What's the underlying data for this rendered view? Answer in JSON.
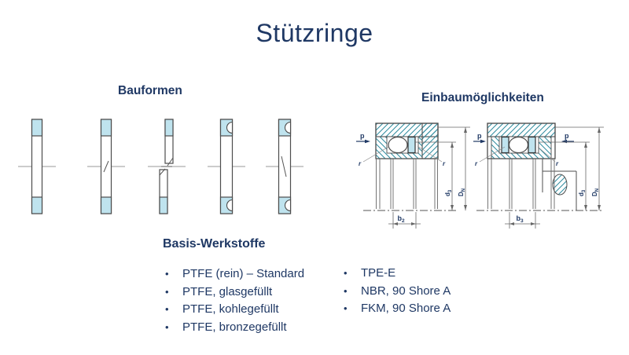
{
  "title": "Stützringe",
  "bauformen": {
    "heading": "Bauformen"
  },
  "einbau": {
    "heading": "Einbaumöglichkeiten",
    "labels": {
      "p": "p",
      "r": "r",
      "b2_main": "b",
      "b2_sub": "2",
      "b3_main": "b",
      "b3_sub": "3",
      "d_main": "d",
      "d_sub": "3",
      "D_main": "D",
      "D_sub": "N"
    }
  },
  "werkstoffe": {
    "heading": "Basis-Werkstoffe",
    "bullet": "•",
    "left_items": [
      "PTFE (rein) – Standard",
      "PTFE, glasgefüllt",
      "PTFE, kohlegefüllt",
      "PTFE, bronzegefüllt"
    ],
    "right_items": [
      "TPE-E",
      "NBR, 90 Shore A",
      "FKM, 90 Shore A"
    ]
  },
  "colors": {
    "accent_navy": "#1f3864",
    "ring_fill": "#bfe3ee",
    "hatch_teal": "#2e8b9e",
    "outline_gray": "#4d4d4d"
  }
}
